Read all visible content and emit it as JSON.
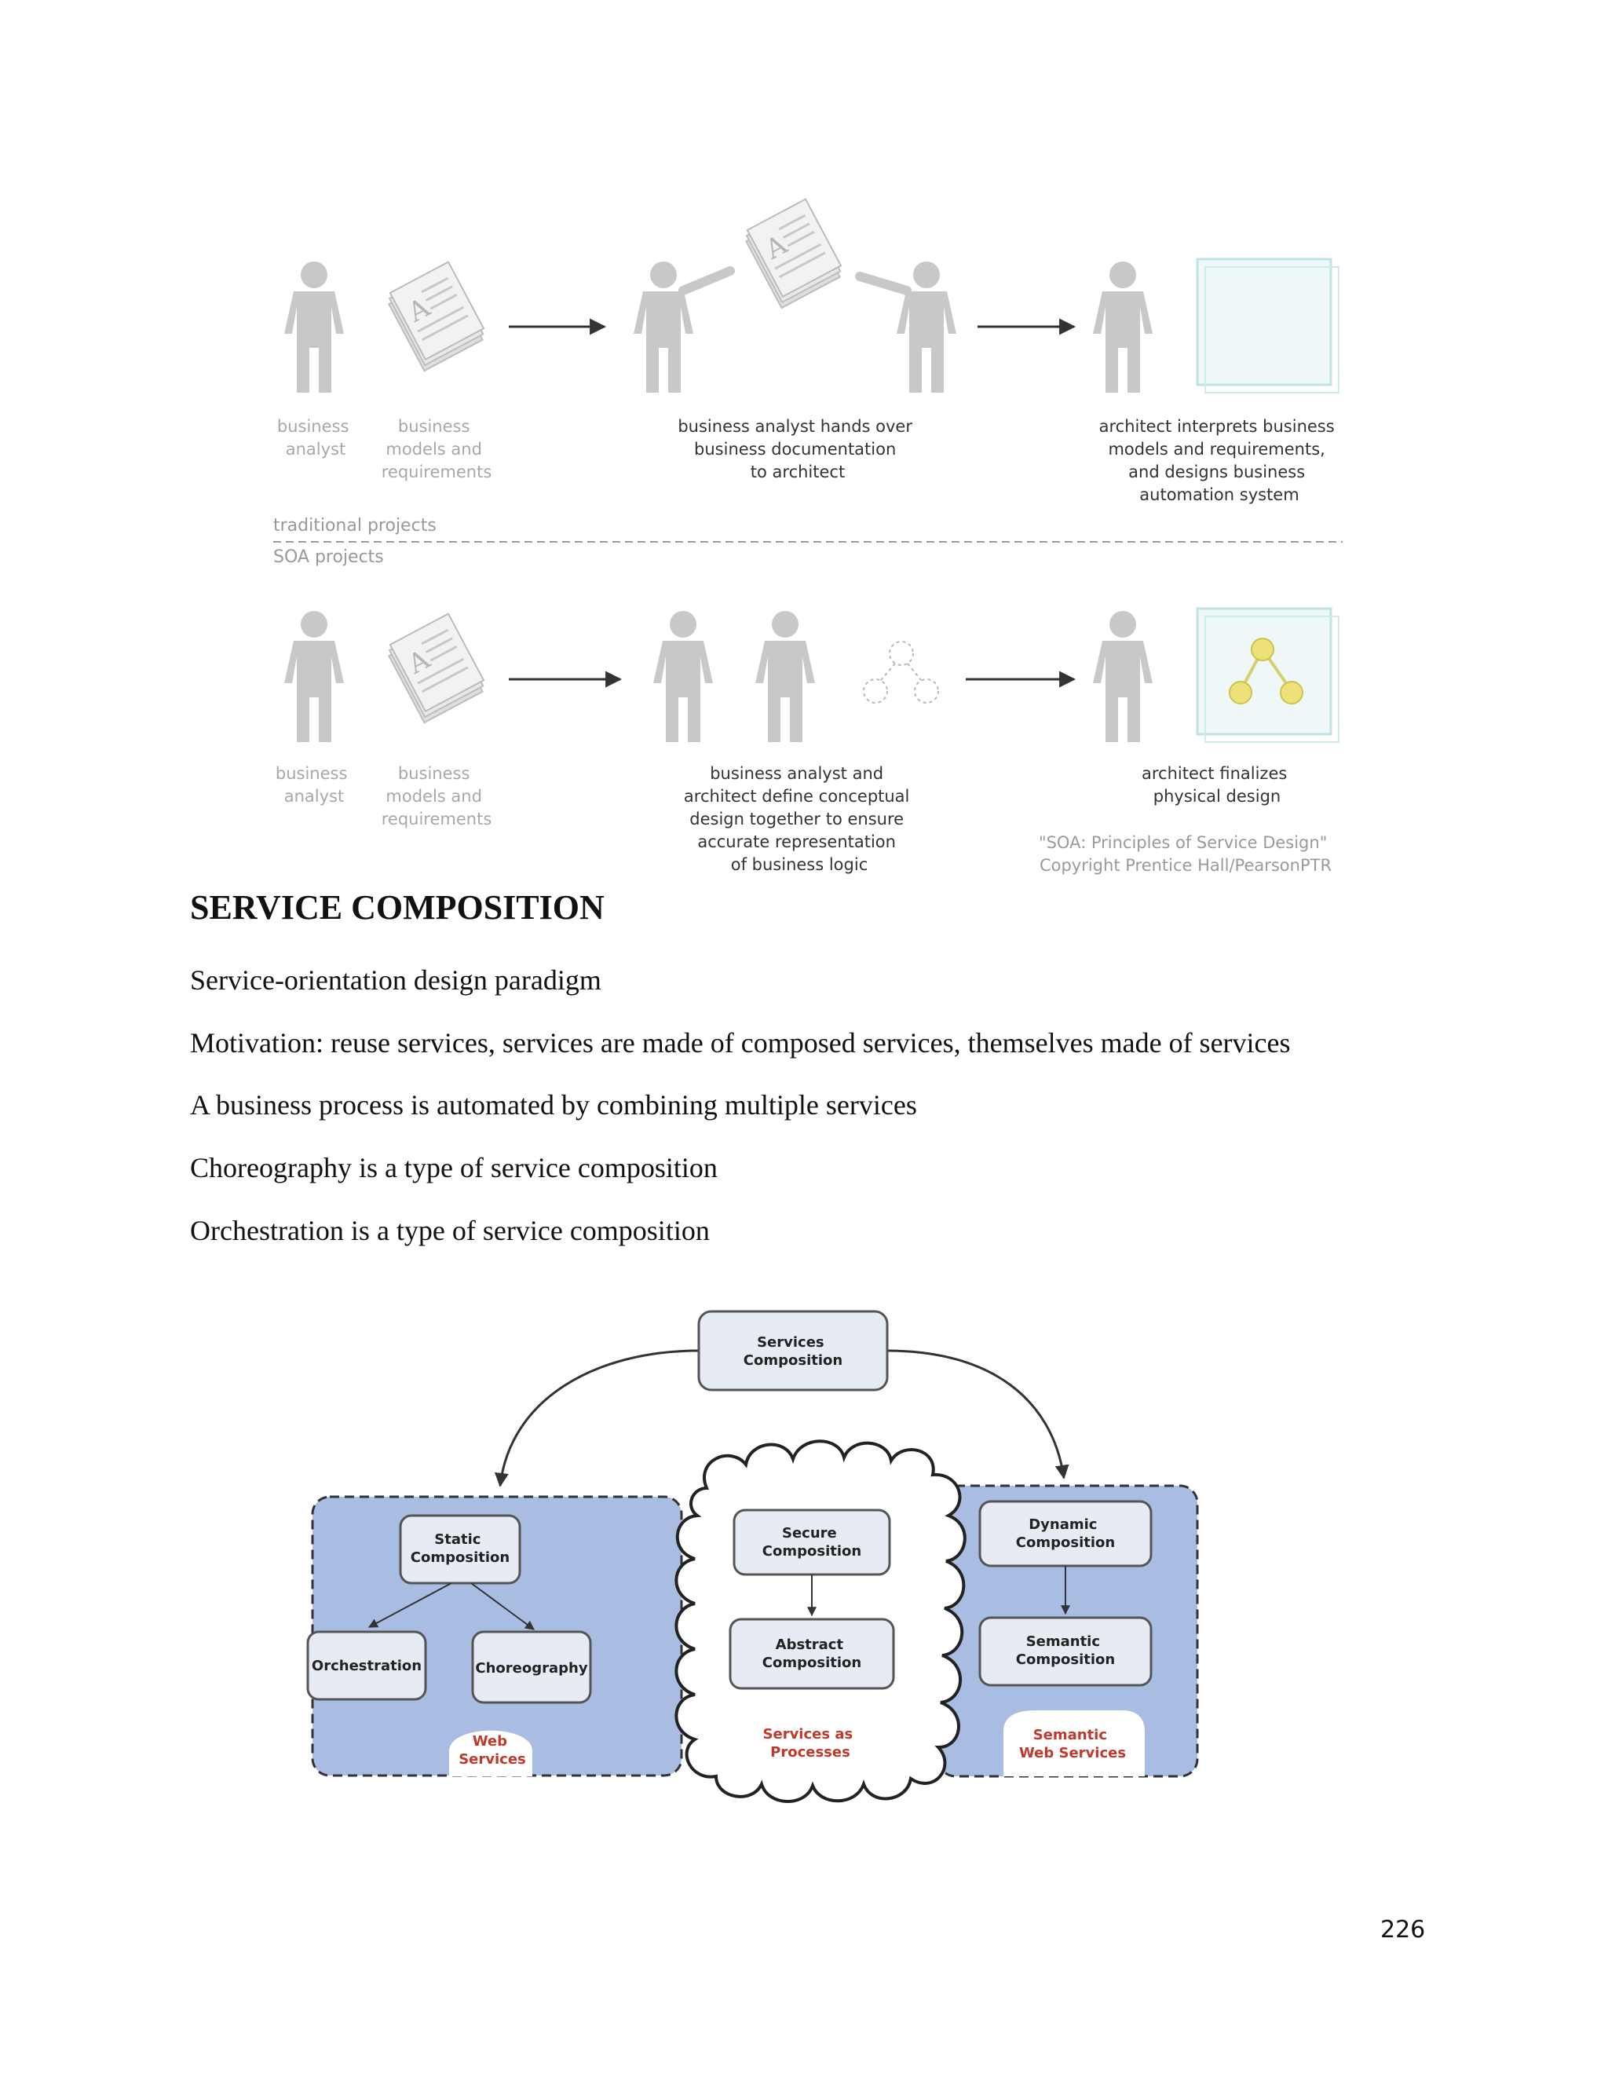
{
  "figure1": {
    "traditional": {
      "label_analyst": [
        "business",
        "analyst"
      ],
      "label_models": [
        "business",
        "models and",
        "requirements"
      ],
      "label_handover": [
        "business analyst hands over",
        "business documentation",
        "to architect"
      ],
      "label_architect": [
        "architect interprets business",
        "models and requirements,",
        "and designs business",
        "automation system"
      ]
    },
    "divider_top": "traditional projects",
    "divider_bottom": "SOA projects",
    "soa": {
      "label_analyst": [
        "business",
        "analyst"
      ],
      "label_models": [
        "business",
        "models and",
        "requirements"
      ],
      "label_together": [
        "business analyst and",
        "architect define conceptual",
        "design together to ensure",
        "accurate representation",
        "of business logic"
      ],
      "label_finalize": [
        "architect finalizes",
        "physical design"
      ]
    },
    "credit": [
      "\"SOA: Principles of Service Design\"",
      "Copyright Prentice Hall/PearsonPTR"
    ]
  },
  "heading": "SERVICE COMPOSITION",
  "paragraphs": [
    "Service-orientation  design  paradigm",
    "Motivation:  reuse services,  services  are made of composed  services,  themselves  made of services",
    "A business  process is automated  by combining  multiple  services",
    "Choreography  is a type  of service  composition",
    "Orchestration  is a type of service  composition"
  ],
  "figure2": {
    "top": [
      "Services",
      "Composition"
    ],
    "static": [
      "Static",
      "Composition"
    ],
    "orchestration": "Orchestration",
    "choreography": "Choreography",
    "web_services": [
      "Web",
      "Services"
    ],
    "secure": [
      "Secure",
      "Composition"
    ],
    "abstract": [
      "Abstract",
      "Composition"
    ],
    "processes": [
      "Services as",
      "Processes"
    ],
    "dynamic": [
      "Dynamic",
      "Composition"
    ],
    "semantic": [
      "Semantic",
      "Composition"
    ],
    "semantic_web": [
      "Semantic",
      "Web Services"
    ]
  },
  "page_number": "226",
  "colors": {
    "panel_blue": "#a9bde3",
    "box_fill": "#e6ebf4",
    "label_red": "#c0392b",
    "figure_gray": "#c9c6c6"
  }
}
